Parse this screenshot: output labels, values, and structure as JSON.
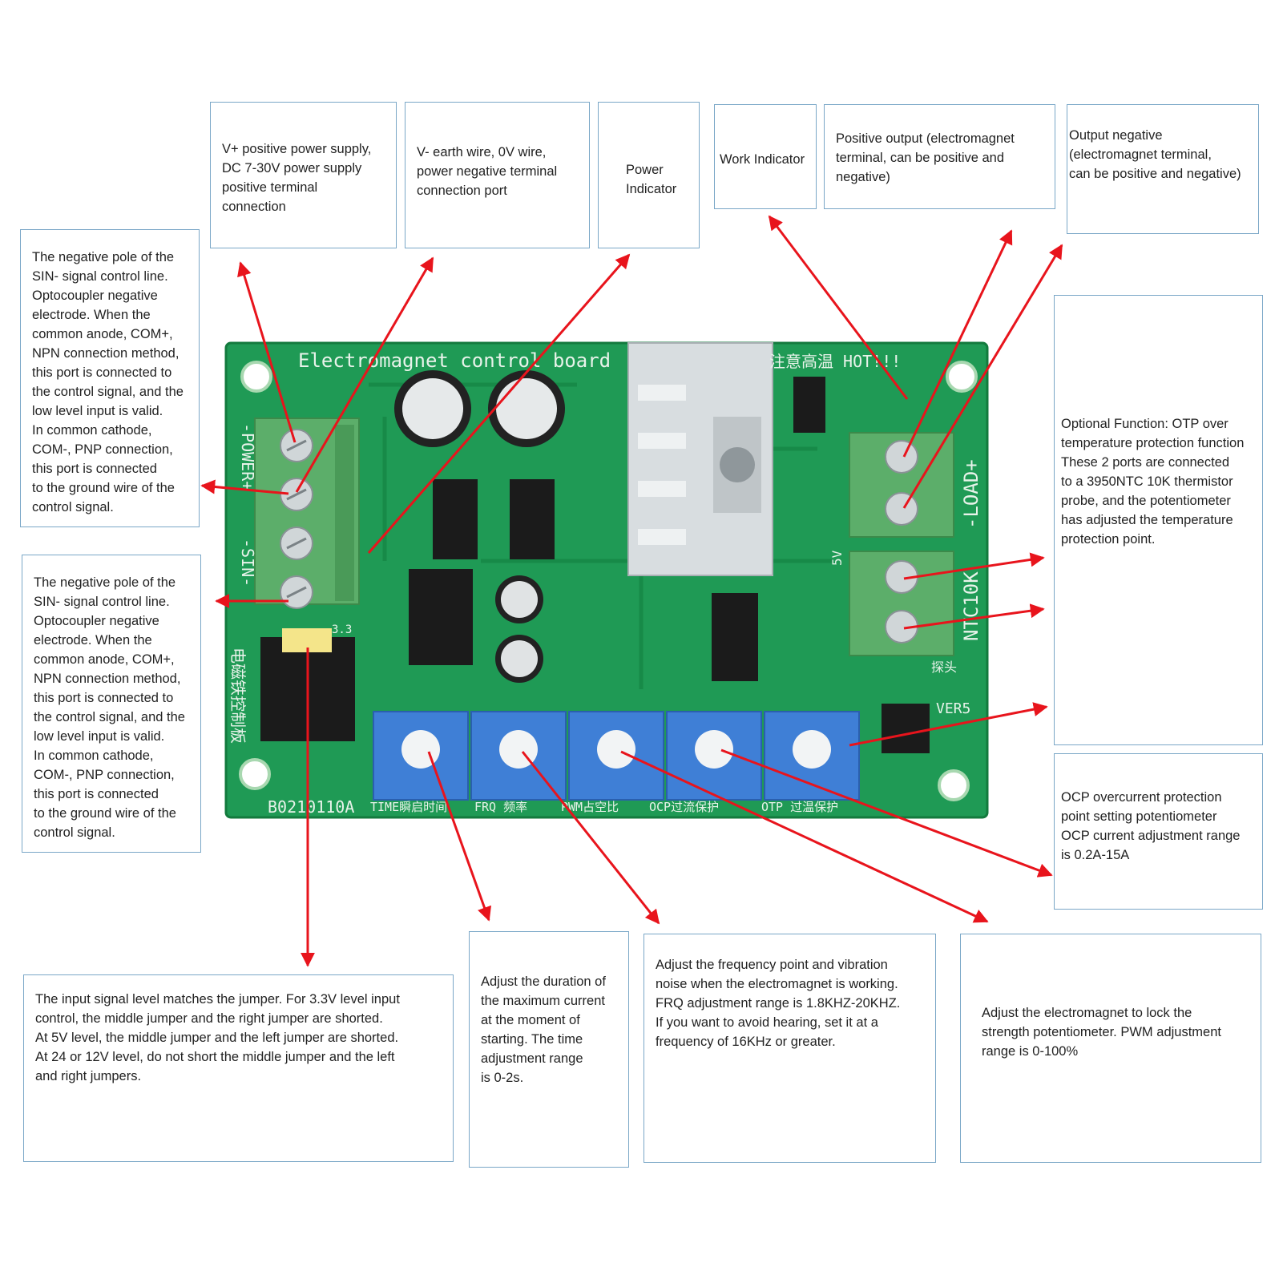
{
  "board": {
    "title_silk": "Electromagnet control board",
    "hot_silk": "注意高温 HOT!!!",
    "power_silk": "-POWER+",
    "sin_silk": "-SIN-",
    "load_silk": "-LOAD+",
    "ntc_silk": "NTC10K",
    "cn_name_silk": "电磁铁控制板",
    "model_silk": "B0210110A",
    "version_silk": "VER5",
    "jumper_silk": "3.3",
    "probe_silk": "探头",
    "v5_silk": "5V",
    "pot_labels": [
      "TIME瞬启时间",
      "FRQ 频率",
      "PWM占空比",
      "OCP过流保护",
      "OTP 过温保护"
    ]
  },
  "callouts": {
    "v_plus": "V+ positive power supply,\nDC 7-30V power supply\npositive terminal\nconnection",
    "v_minus": "V- earth wire, 0V wire,\npower negative terminal\nconnection port",
    "power_indicator": "Power\nIndicator",
    "work_indicator": "Work Indicator",
    "positive_output": "Positive output (electromagnet\nterminal, can be positive and\nnegative)",
    "output_negative": "Output negative\n(electromagnet terminal,\ncan be positive and negative)",
    "sin_minus_top": "The negative pole of the\nSIN- signal control line.\nOptocoupler negative\nelectrode. When the\ncommon anode, COM+,\nNPN connection method,\nthis port is connected to\nthe control signal, and the\nlow level input is valid.\nIn common cathode,\nCOM-, PNP connection,\nthis port is connected\nto the ground wire of the\ncontrol signal.",
    "sin_minus_bottom": "The negative pole of the\nSIN- signal control line.\nOptocoupler negative\nelectrode. When the\ncommon anode, COM+,\nNPN connection method,\nthis port is connected to\nthe control signal, and the\nlow level input is valid.\nIn common cathode,\nCOM-, PNP connection,\nthis port is connected\nto the ground wire of the\ncontrol signal.",
    "otp": "Optional Function: OTP over\ntemperature protection function\nThese 2 ports are connected\nto a 3950NTC 10K thermistor\nprobe, and the potentiometer\nhas adjusted the temperature\nprotection point.",
    "ocp": "OCP overcurrent protection\npoint setting potentiometer\nOCP current adjustment range\nis 0.2A-15A",
    "jumper": "The input signal level matches the jumper. For 3.3V level input\ncontrol, the middle jumper and the right jumper are shorted.\nAt 5V level, the middle jumper and the left jumper are shorted.\nAt 24 or 12V level, do not short the middle jumper and the left\nand right jumpers.",
    "time": "Adjust the duration of\nthe maximum current\nat the moment of\nstarting. The time\nadjustment range\nis 0-2s.",
    "frq": "Adjust the frequency point and vibration\nnoise when the electromagnet is working.\nFRQ adjustment range is 1.8KHZ-20KHZ.\nIf you want to avoid hearing, set it at a\nfrequency of 16KHz or greater.",
    "pwm": "Adjust the electromagnet to lock the\nstrength potentiometer. PWM adjustment\nrange is 0-100%"
  },
  "colors": {
    "pcb": "#1f9a55",
    "terminal": "#5cae6a",
    "pot": "#3f7fd6",
    "arrow": "#e8141c",
    "callout_border": "#7aa7c7"
  }
}
